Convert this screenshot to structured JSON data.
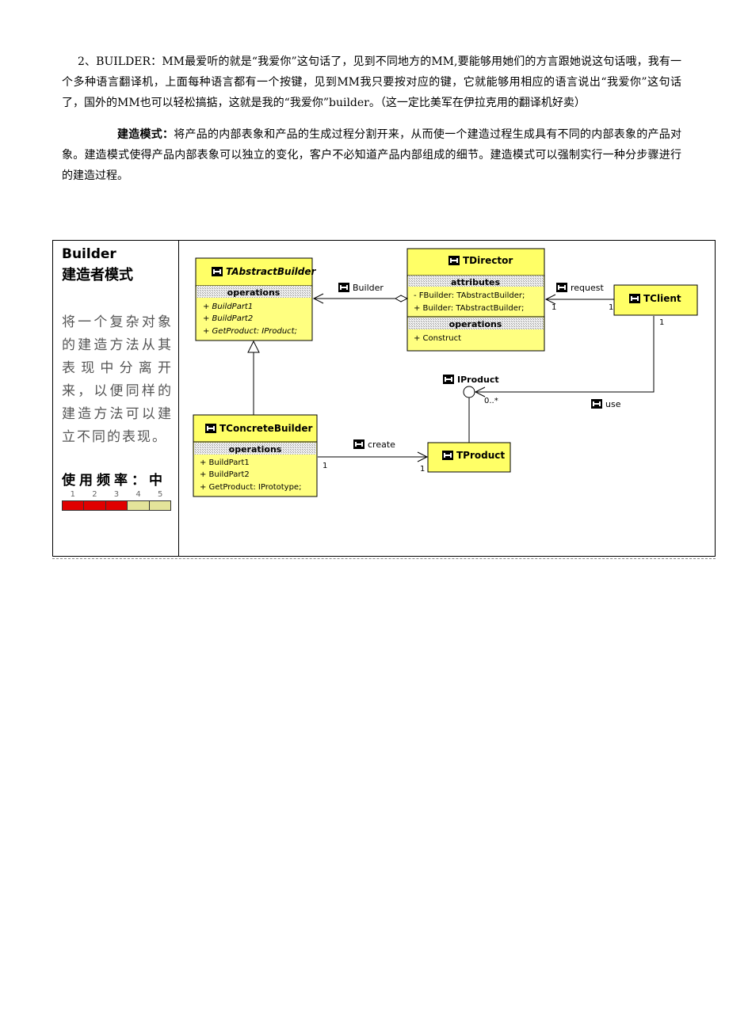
{
  "intro": {
    "paragraph1": "2、BUILDER：MM最爱听的就是“我爱你”这句话了，见到不同地方的MM,要能够用她们的方言跟她说这句话哦，我有一个多种语言翻译机，上面每种语言都有一个按键，见到MM我只要按对应的键，它就能够用相应的语言说出“我爱你”这句话了，国外的MM也可以轻松搞掂，这就是我的“我爱你”builder。（这一定比美军在伊拉克用的翻译机好卖）",
    "paragraph2_label": "建造模式：",
    "paragraph2": "将产品的内部表象和产品的生成过程分割开来，从而使一个建造过程生成具有不同的内部表象的产品对象。建造模式使得产品内部表象可以独立的变化，客户不必知道产品内部组成的细节。建造模式可以强制实行一种分步骤进行的建造过程。"
  },
  "pattern_card": {
    "title_en": "Builder",
    "title_cn": "建造者模式",
    "description": "将一个复杂对象的建造方法从其表现中分离开来，以便同样的建造方法可以建立不同的表现。",
    "frequency_label": "使用频率：中",
    "frequency_scale": [
      "1",
      "2",
      "3",
      "4",
      "5"
    ],
    "frequency_level": 3,
    "colors": {
      "filled": "#e00000",
      "empty": "#e4e49a"
    }
  },
  "uml": {
    "colors": {
      "class_fill": "#ffff80",
      "class_header": "#ffff66",
      "section_header": "#d0d0d0",
      "line": "#000000"
    },
    "classes": {
      "abstract_builder": {
        "name": "TAbstractBuilder",
        "section": "operations",
        "ops": [
          "+ BuildPart1",
          "+ BuildPart2",
          "+ GetProduct: IProduct;"
        ]
      },
      "director": {
        "name": "TDirector",
        "attr_section": "attributes",
        "attrs": [
          "- FBuilder: TAbstractBuilder;",
          "+ Builder: TAbstractBuilder;"
        ],
        "op_section": "operations",
        "ops": [
          "+ Construct"
        ]
      },
      "client": {
        "name": "TClient"
      },
      "concrete_builder": {
        "name": "TConcreteBuilder",
        "section": "operations",
        "ops": [
          "+ BuildPart1",
          "+ BuildPart2",
          "+ GetProduct: IPrototype;"
        ]
      },
      "product": {
        "name": "TProduct"
      },
      "iproduct": {
        "name": "IProduct"
      }
    },
    "relations": {
      "builder": "Builder",
      "request": "request",
      "use": "use",
      "create": "create"
    },
    "multiplicities": {
      "request_director": "1",
      "request_client": "1",
      "client_use": "1",
      "use_iproduct": "0..*",
      "create_source": "1",
      "create_target": "1"
    }
  }
}
